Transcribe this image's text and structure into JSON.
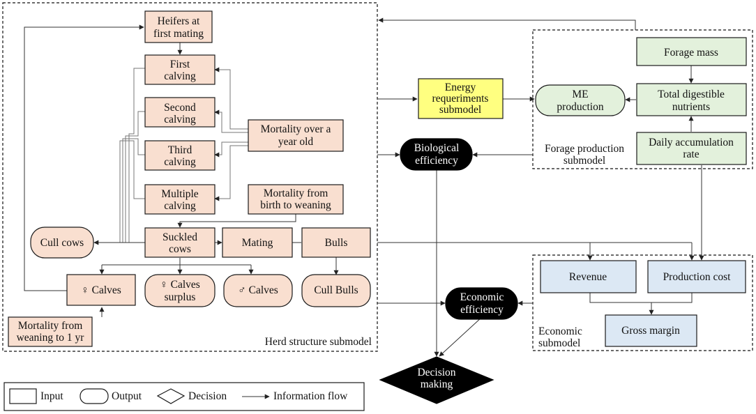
{
  "herd": {
    "submodel_label": "Herd structure submodel",
    "heifers": [
      "Heifers at",
      "first mating"
    ],
    "first_calving": [
      "First",
      "calving"
    ],
    "second_calving": [
      "Second",
      "calving"
    ],
    "third_calving": [
      "Third",
      "calving"
    ],
    "multiple_calving": [
      "Multiple",
      "calving"
    ],
    "mortality_year": [
      "Mortality over a",
      "year old"
    ],
    "mortality_birth": [
      "Mortality from",
      "birth to weaning"
    ],
    "cull_cows": "Cull cows",
    "suckled_cows": [
      "Suckled",
      "cows"
    ],
    "mating": "Mating",
    "bulls": "Bulls",
    "female_calves": "♀ Calves",
    "calves_surplus": [
      "♀ Calves",
      "surplus"
    ],
    "male_calves": "♂ Calves",
    "cull_bulls": "Cull Bulls",
    "mortality_weaning": [
      "Mortality from",
      "weaning to 1 yr"
    ]
  },
  "energy": {
    "label": [
      "Energy",
      "requeriments",
      "submodel"
    ]
  },
  "forage": {
    "submodel_label": [
      "Forage production",
      "submodel"
    ],
    "forage_mass": "Forage mass",
    "tdn": [
      "Total digestible",
      "nutrients"
    ],
    "me_production": [
      "ME",
      "production"
    ],
    "daily_rate": [
      "Daily accumulation",
      "rate"
    ]
  },
  "efficiency": {
    "biological": [
      "Biological",
      "efficiency"
    ],
    "economic": [
      "Economic",
      "efficiency"
    ]
  },
  "economic": {
    "submodel_label": [
      "Economic",
      "submodel"
    ],
    "revenue": "Revenue",
    "production_cost": "Production cost",
    "gross_margin": "Gross margin"
  },
  "decision": {
    "label": [
      "Decision",
      "making"
    ]
  },
  "legend": {
    "input": "Input",
    "output": "Output",
    "decision": "Decision",
    "flow": "Information flow"
  },
  "colors": {
    "herd_fill": "#f9dfd0",
    "forage_fill": "#e3f1dc",
    "economic_fill": "#dce8f4",
    "energy_fill": "#ffff80",
    "efficiency_fill": "#000000"
  }
}
